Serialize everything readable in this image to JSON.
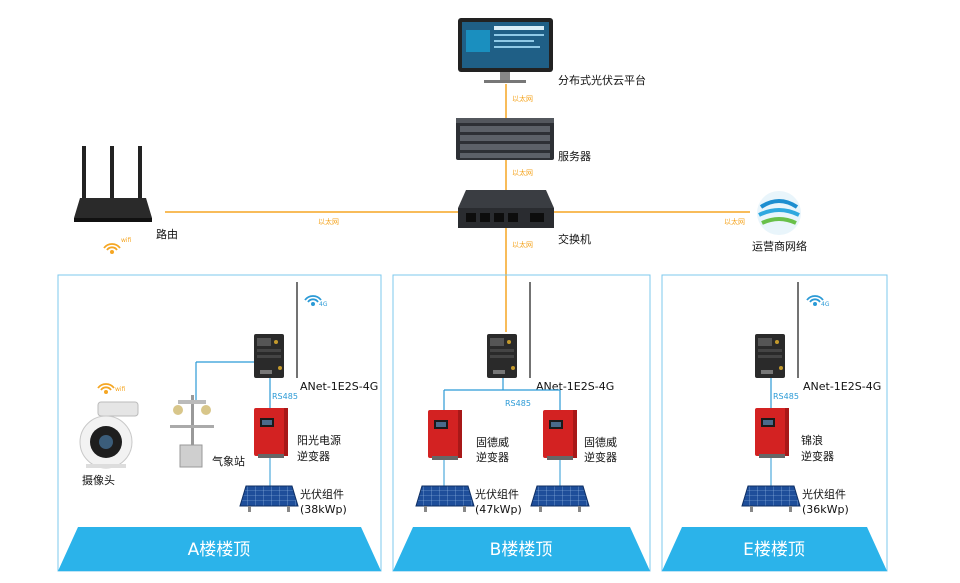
{
  "colors": {
    "ethernet": "#f5a623",
    "rs485": "#2b9ad6",
    "zone_border": "#7cc8ee",
    "roof": "#2bb3ea",
    "inverter": "#d32222",
    "panel": "#1e4e9a"
  },
  "top": {
    "cloud_label": "分布式光伏云平台",
    "server_label": "服务器",
    "switch_label": "交换机",
    "router_label": "路由",
    "carrier_label": "运营商网络",
    "eth": "以太网"
  },
  "zones": [
    {
      "roof": "A楼楼顶",
      "gateway": "ANet-1E2S-4G",
      "rs485": "RS485",
      "sig4g": "4G",
      "camera": "摄像头",
      "wifi": "wifi",
      "weather": "气象站",
      "inverters": [
        {
          "line1": "阳光电源",
          "line2": "逆变器"
        }
      ],
      "pvs": [
        {
          "line1": "光伏组件",
          "line2": "(38kWp)"
        }
      ]
    },
    {
      "roof": "B楼楼顶",
      "gateway": "ANet-1E2S-4G",
      "rs485": "RS485",
      "inverters": [
        {
          "line1": "固德威",
          "line2": "逆变器"
        },
        {
          "line1": "固德威",
          "line2": "逆变器"
        }
      ],
      "pvs": [
        {
          "line1": "光伏组件",
          "line2": "(47kWp)"
        }
      ]
    },
    {
      "roof": "E楼楼顶",
      "gateway": "ANet-1E2S-4G",
      "rs485": "RS485",
      "sig4g": "4G",
      "inverters": [
        {
          "line1": "锦浪",
          "line2": "逆变器"
        }
      ],
      "pvs": [
        {
          "line1": "光伏组件",
          "line2": "(36kWp)"
        }
      ]
    }
  ]
}
